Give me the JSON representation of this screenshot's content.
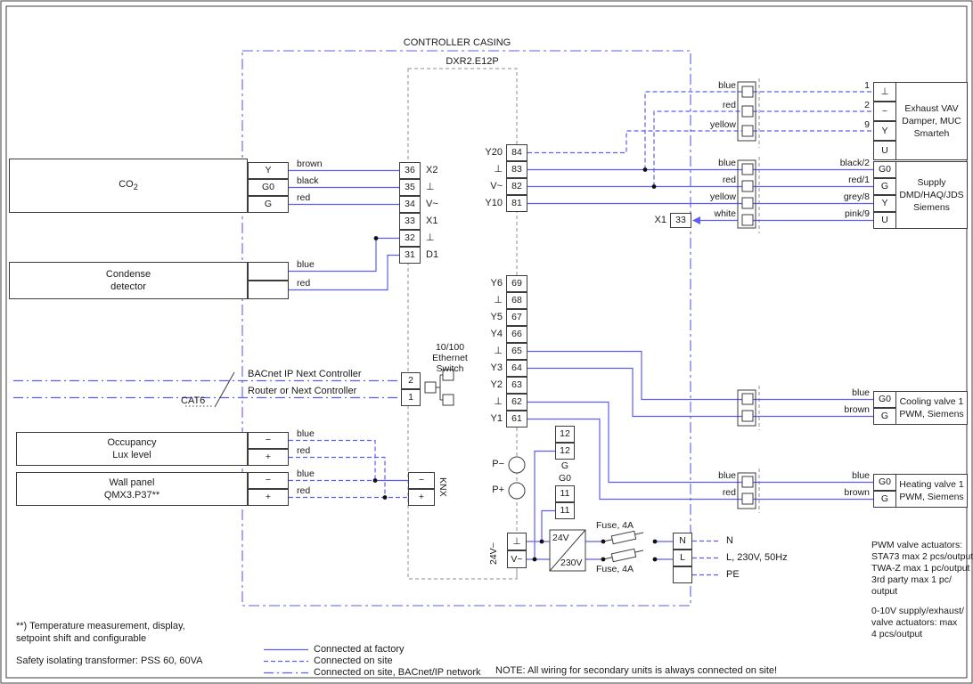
{
  "casing_label": "CONTROLLER CASING",
  "model_label": "DXR2.E12P",
  "co2": {
    "name_main": "CO",
    "name_sub": "2",
    "t0": "Y",
    "t1": "G0",
    "t2": "G",
    "w0": "brown",
    "w1": "black",
    "w2": "red"
  },
  "condense": {
    "line1": "Condense",
    "line2": "detector",
    "w0": "blue",
    "w1": "red"
  },
  "occupancy": {
    "line1": "Occupancy",
    "line2": "Lux level",
    "t0": "−",
    "t1": "+",
    "w0": "blue",
    "w1": "red"
  },
  "wall_panel": {
    "line1": "Wall panel",
    "line2": "QMX3.P37**",
    "t0": "−",
    "t1": "+",
    "w0": "blue",
    "w1": "red"
  },
  "x2_strip": [
    {
      "num": "36",
      "label": "X2"
    },
    {
      "num": "35",
      "label": "⊥"
    },
    {
      "num": "34",
      "label": "V~"
    },
    {
      "num": "33",
      "label": "X1"
    },
    {
      "num": "32",
      "label": "⊥"
    },
    {
      "num": "31",
      "label": "D1"
    }
  ],
  "ytop_strip": [
    {
      "label": "Y20",
      "num": "84"
    },
    {
      "label": "⊥",
      "num": "83"
    },
    {
      "label": "V~",
      "num": "82"
    },
    {
      "label": "Y10",
      "num": "81"
    }
  ],
  "ybot_strip": [
    {
      "label": "Y6",
      "num": "69"
    },
    {
      "label": "⊥",
      "num": "68"
    },
    {
      "label": "Y5",
      "num": "67"
    },
    {
      "label": "Y4",
      "num": "66"
    },
    {
      "label": "⊥",
      "num": "65"
    },
    {
      "label": "Y3",
      "num": "64"
    },
    {
      "label": "Y2",
      "num": "63"
    },
    {
      "label": "⊥",
      "num": "62"
    },
    {
      "label": "Y1",
      "num": "61"
    }
  ],
  "ethernet": {
    "title1": "10/100",
    "title2": "Ethernet",
    "title3": "Switch",
    "port_top": "2",
    "port_bottom": "1",
    "line_top": "BACnet IP Next Controller",
    "line_bottom": "Router or Next Controller",
    "cable": "CAT6"
  },
  "knx": {
    "label": "KNX",
    "t0": "−",
    "t1": "+"
  },
  "x1_ref": {
    "label": "X1",
    "num": "33"
  },
  "pressure": {
    "minus": "P−",
    "plus": "P+"
  },
  "aux12": {
    "c0": "12",
    "c1": "12",
    "label": "G"
  },
  "aux11": {
    "label": "G0",
    "c0": "11",
    "c1": "11"
  },
  "power": {
    "side_label": "24V~",
    "t0": "⊥",
    "t1": "V~",
    "tr_top": "24V",
    "tr_bottom": "230V",
    "fuse_top": "Fuse, 4A",
    "fuse_bottom": "Fuse, 4A"
  },
  "mains": {
    "t0": "N",
    "t1": "L",
    "lbl_n": "N",
    "lbl_l": "L, 230V, 50Hz",
    "lbl_pe": "PE"
  },
  "exhaust": {
    "w0": "blue",
    "w1": "red",
    "w2": "yellow",
    "n0": "1",
    "n1": "2",
    "n2": "9",
    "t0": "⊥",
    "t1": "~",
    "t2": "Y",
    "t3": "U",
    "line1": "Exhaust VAV",
    "line2": "Damper, MUC",
    "line3": "Smarteh"
  },
  "supply": {
    "w0": "blue",
    "w1": "red",
    "w2": "yellow",
    "w3": "white",
    "c0": "black/2",
    "c1": "red/1",
    "c2": "grey/8",
    "c3": "pink/9",
    "t0": "G0",
    "t1": "G",
    "t2": "Y",
    "t3": "U",
    "line1": "Supply",
    "line2": "DMD/HAQ/JDS",
    "line3": "Siemens"
  },
  "cooling": {
    "c0": "blue",
    "c1": "brown",
    "t0": "G0",
    "t1": "G",
    "line1": "Cooling valve 1",
    "line2": "PWM, Siemens"
  },
  "heating": {
    "w0": "blue",
    "w1": "red",
    "c0": "blue",
    "c1": "brown",
    "t0": "G0",
    "t1": "G",
    "line1": "Heating valve 1",
    "line2": "PWM, Siemens"
  },
  "legend": {
    "factory": "Connected at factory",
    "site": "Connected on site",
    "bacnet": "Connected on site, BACnet/IP network"
  },
  "notes": {
    "fn1": "**) Temperature measurement, display,",
    "fn2": "setpoint shift and configurable",
    "transformer": "Safety isolating transformer: PSS 60, 60VA",
    "main_note": "NOTE: All wiring for secondary units is always connected on site!",
    "pwm1": "PWM valve actuators:",
    "pwm2": "STA73 max 2 pcs/output",
    "pwm3": "TWA-Z max 1 pc/output",
    "pwm4": "3rd party max 1 pc/",
    "pwm5": "output",
    "v1": "0-10V supply/exhaust/",
    "v2": "valve actuators: max",
    "v3": "4 pcs/output"
  },
  "colors": {
    "wire_blue": "#5e5ef2",
    "line_dark": "#3c3c3c"
  }
}
